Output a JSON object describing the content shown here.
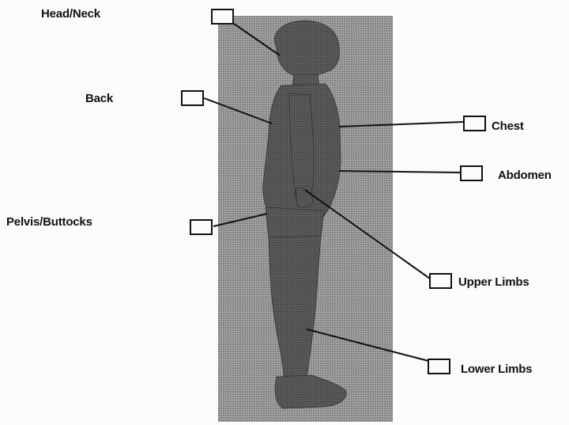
{
  "labels": {
    "head_neck": "Head/Neck",
    "back": "Back",
    "pelvis_buttocks": "Pelvis/Buttocks",
    "chest": "Chest",
    "abdomen": "Abdomen",
    "upper_limbs": "Upper Limbs",
    "lower_limbs": "Lower Limbs"
  },
  "colors": {
    "panel": "#8c8c8c",
    "figure": "#4f4f4f",
    "ink": "#111111"
  }
}
